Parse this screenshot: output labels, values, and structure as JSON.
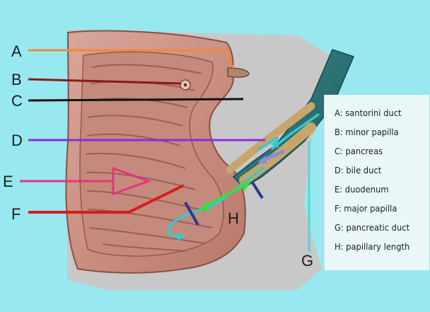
{
  "labels": {
    "A": "A",
    "B": "B",
    "C": "C",
    "D": "D",
    "E": "E",
    "F": "F",
    "G": "G",
    "H": "H"
  },
  "legend": [
    {
      "key": "A",
      "text": "A: santorini duct"
    },
    {
      "key": "B",
      "text": "B: minor papilla"
    },
    {
      "key": "C",
      "text": "C: pancreas"
    },
    {
      "key": "D",
      "text": "D: bile duct"
    },
    {
      "key": "E",
      "text": "E: duodenum"
    },
    {
      "key": "F",
      "text": "F: major papilla"
    },
    {
      "key": "G",
      "text": "G: pancreatic duct"
    },
    {
      "key": "H",
      "text": "H: papillary length"
    }
  ],
  "colors": {
    "background": "#98e8f0",
    "A": "#f08a3c",
    "B": "#8a1a14",
    "C": "#111111",
    "D": "#8a2be2",
    "E": "#e8327c",
    "F": "#d81c1c",
    "G": "#5fd0d6",
    "H": "#43d843"
  }
}
